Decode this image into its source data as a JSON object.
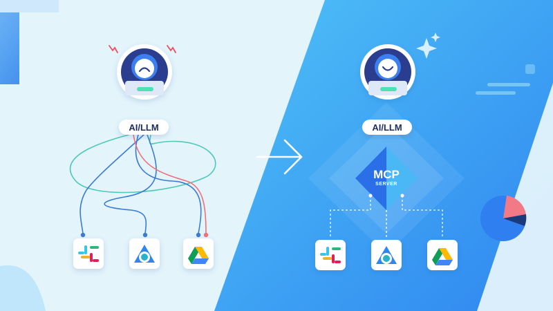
{
  "left": {
    "ai_label": "AI/LLM",
    "apps": [
      {
        "icon": "slack-icon"
      },
      {
        "icon": "abstract-ring-app-icon"
      },
      {
        "icon": "google-drive-icon"
      }
    ]
  },
  "right": {
    "ai_label": "AI/LLM",
    "mcp": {
      "title": "MCP",
      "subtitle": "SERVER"
    },
    "apps": [
      {
        "icon": "slack-icon"
      },
      {
        "icon": "abstract-ring-app-icon"
      },
      {
        "icon": "google-drive-icon"
      }
    ]
  },
  "colors": {
    "background_light": "#e4f4fb",
    "background_blue": "#3d9df5",
    "robot_dark": "#2c3e8f",
    "robot_blue": "#3b7ff0",
    "accent_green": "#4ee2b4",
    "line_teal": "#4ec9b8",
    "line_blue": "#3a7bd5",
    "line_pink": "#ef6f7d",
    "mcp_diamond": "#2f7ff0"
  }
}
